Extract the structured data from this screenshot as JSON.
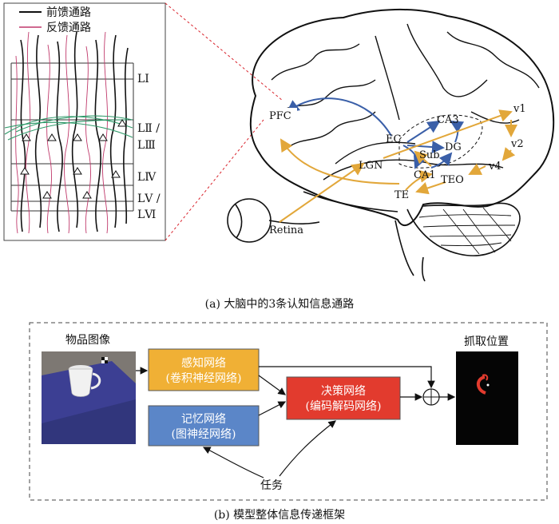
{
  "part_a": {
    "legend": {
      "feedforward": "前馈通路",
      "feedback": "反馈通路"
    },
    "layers": [
      "LⅠ",
      "LⅡ /",
      "LⅢ",
      "LⅣ",
      "LⅤ /",
      "LⅥ"
    ],
    "regions": {
      "pfc": "PFC",
      "ec": "EC",
      "ca3": "CA3",
      "dg": "DG",
      "sub": "Sub",
      "ca1": "CA1",
      "lgn": "LGN",
      "te": "TE",
      "teo": "TEO",
      "v1": "v1",
      "v2": "v2",
      "v4": "v4",
      "retina": "Retina"
    },
    "caption": "(a) 大脑中的3条认知信息通路"
  },
  "part_b": {
    "object_image_title": "物品图像",
    "perception": {
      "line1": "感知网络",
      "line2": "(卷积神经网络)"
    },
    "memory": {
      "line1": "记忆网络",
      "line2": "(图神经网络)"
    },
    "decision": {
      "line1": "决策网络",
      "line2": "(编码解码网络)"
    },
    "task": "任务",
    "grasp_title": "抓取位置",
    "caption": "(b) 模型整体信息传递框架"
  },
  "colors": {
    "feedforward": "#111111",
    "feedback": "#c0396b",
    "lateral": "#2f9a6a",
    "blue_path": "#3a5fa8",
    "orange_path": "#e2a73a",
    "perception_box": "#f0b035",
    "memory_box": "#5b86c8",
    "decision_box": "#e23b2e"
  }
}
